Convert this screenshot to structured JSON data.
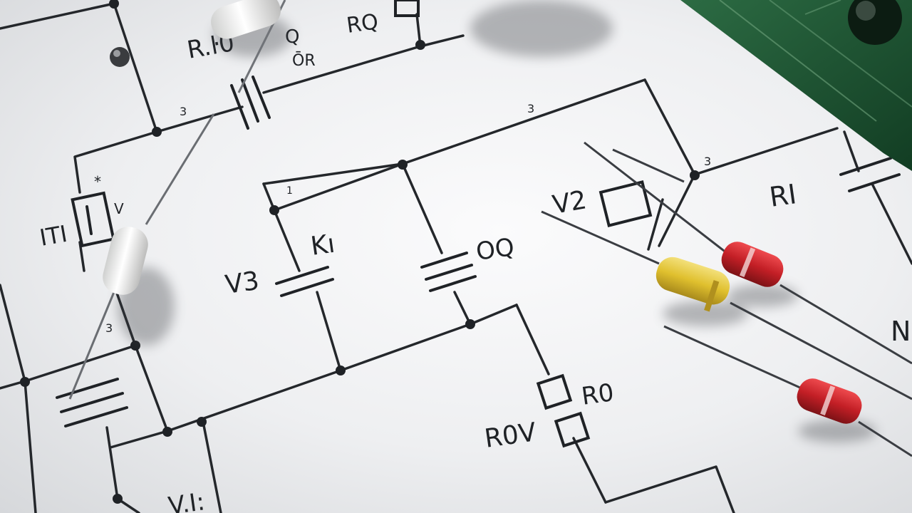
{
  "labels": {
    "r_top": "R.ŀ0",
    "rq_top": "RQ",
    "q_top": "Q",
    "q_top2": "ŌR",
    "itl": "ITI",
    "k": "Kı",
    "v3": "V3",
    "oq": "OQ",
    "v2": "V2",
    "r1": "RI",
    "r0": "R0",
    "r0v": "R0V",
    "n": "N",
    "bottom": "V.I:",
    "small_3a": "3",
    "small_3b": "3",
    "small_3c": "3",
    "small_3d": "3",
    "small_dot": "1",
    "small_v": "V",
    "small_star": "*"
  },
  "colors": {
    "paper": "#f4f5f6",
    "ink": "#1f2226",
    "pcb_green": "#1f5a35",
    "resistor_red": "#c6242a",
    "resistor_yellow": "#e2c53a",
    "resistor_white": "#f1f1ef"
  },
  "objects": [
    "circuit-schematic-paper",
    "green-pcb-board",
    "white-ceramic-resistor",
    "yellow-resistor",
    "red-resistor"
  ]
}
